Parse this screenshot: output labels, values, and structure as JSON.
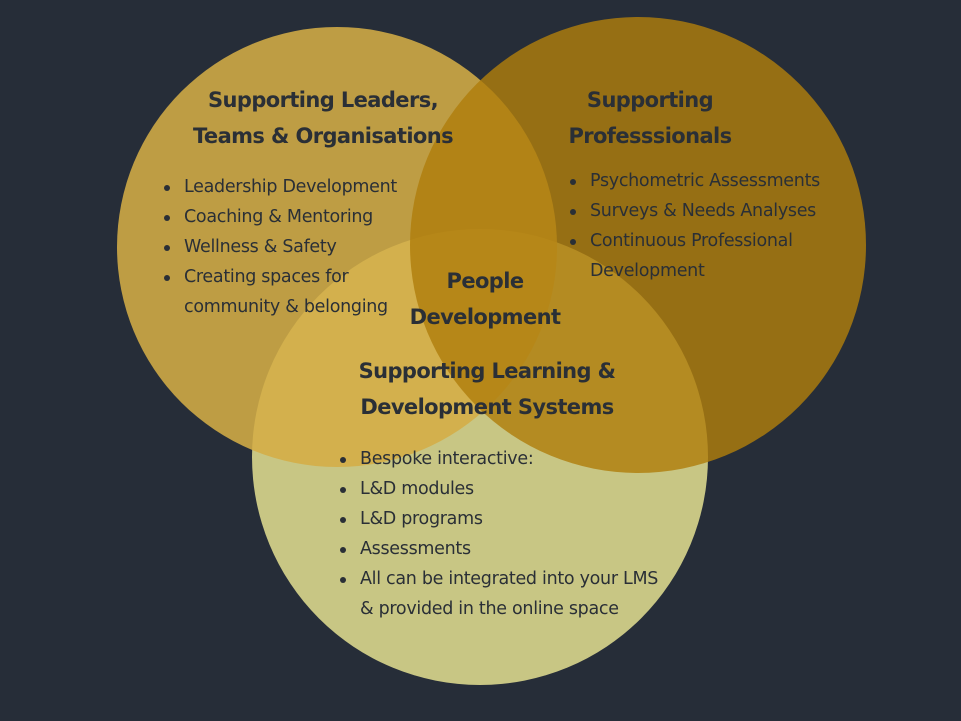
{
  "colors": {
    "background": "#262d38",
    "circle_left": "#d4ad45",
    "circle_right": "#b07e0c",
    "circle_bottom": "#f6f19a",
    "text": "#2a2f36"
  },
  "circles": {
    "left": {
      "heading": [
        "Supporting Leaders,",
        "Teams & Organisations"
      ],
      "items": [
        [
          "Leadership Development"
        ],
        [
          "Coaching & Mentoring"
        ],
        [
          "Wellness & Safety"
        ],
        [
          "Creating spaces for",
          "community & belonging"
        ]
      ]
    },
    "right": {
      "heading": [
        "Supporting",
        "Professsionals"
      ],
      "items": [
        [
          "Psychometric Assessments"
        ],
        [
          "Surveys  & Needs Analyses"
        ],
        [
          "Continuous Professional",
          "Development"
        ]
      ]
    },
    "bottom": {
      "heading": [
        "Supporting Learning &",
        "Development Systems"
      ],
      "items": [
        [
          "Bespoke interactive:"
        ],
        [
          "L&D  modules"
        ],
        [
          "L&D programs"
        ],
        [
          "Assessments"
        ],
        [
          "All can be integrated into your LMS",
          "&  provided in the online space"
        ]
      ]
    }
  },
  "center": {
    "label": [
      "People",
      "Development"
    ]
  }
}
